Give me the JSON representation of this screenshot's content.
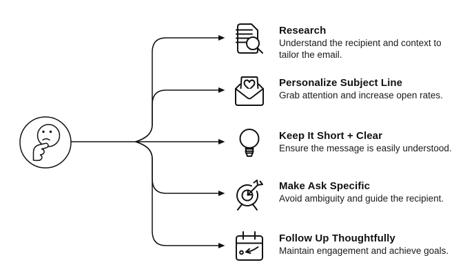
{
  "diagram": {
    "kind": "mindmap",
    "colors": {
      "line": "#111111",
      "text": "#111111",
      "background": "#ffffff"
    },
    "center": {
      "icon": "thinking-face-icon"
    }
  },
  "items": [
    {
      "icon": "document-search-icon",
      "title": "Research",
      "description": "Understand the recipient and context to tailor the email."
    },
    {
      "icon": "envelope-heart-icon",
      "title": "Personalize Subject Line",
      "description": "Grab attention and increase open rates."
    },
    {
      "icon": "lightbulb-icon",
      "title": "Keep It Short + Clear",
      "description": "Ensure the message is easily understood."
    },
    {
      "icon": "target-arrow-icon",
      "title": "Make Ask Specific",
      "description": "Avoid ambiguity and guide the recipient."
    },
    {
      "icon": "calendar-arrow-icon",
      "title": "Follow Up Thoughtfully",
      "description": "Maintain engagement and achieve goals."
    }
  ]
}
